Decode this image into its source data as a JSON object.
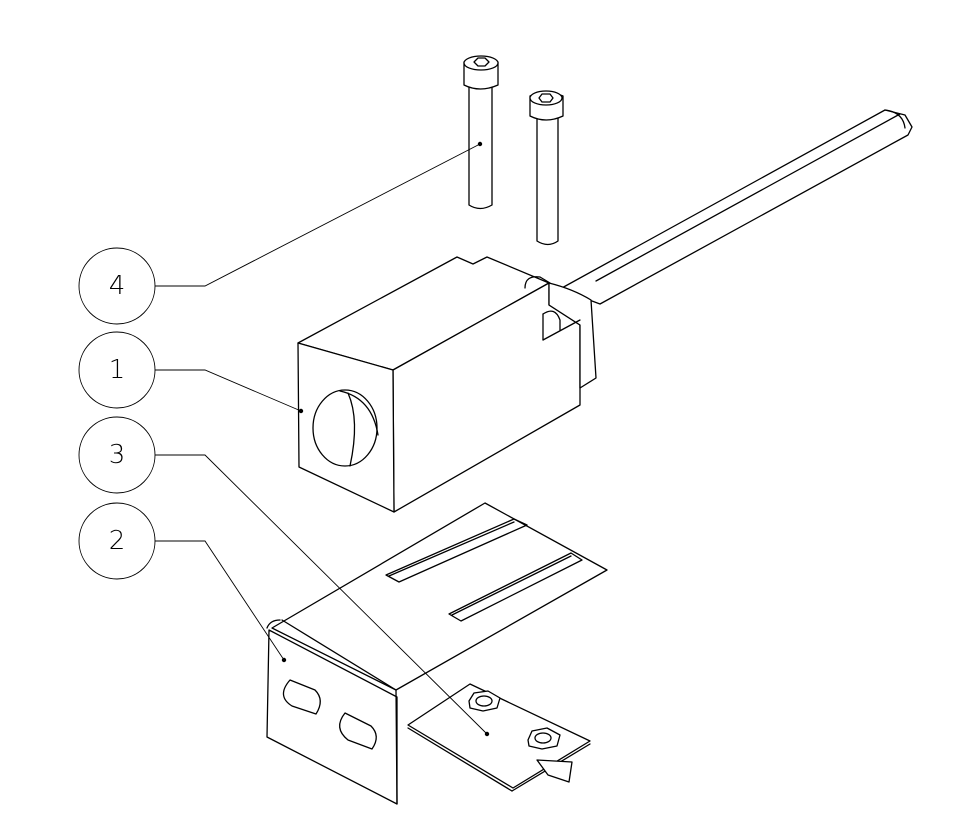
{
  "balloons": [
    {
      "number": "4",
      "part": "screws"
    },
    {
      "number": "1",
      "part": "sensor"
    },
    {
      "number": "3",
      "part": "nut-plate"
    },
    {
      "number": "2",
      "part": "bracket"
    }
  ]
}
